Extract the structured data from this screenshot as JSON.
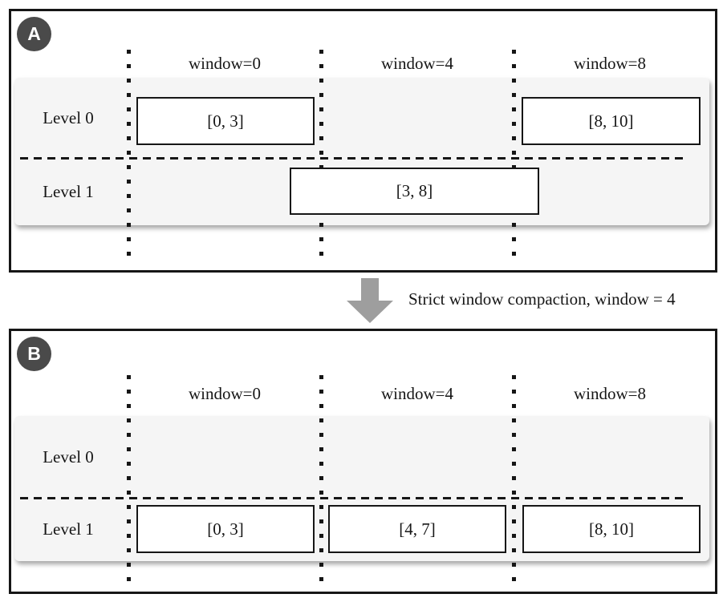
{
  "panel_a": {
    "badge": "A",
    "windows": [
      "window=0",
      "window=4",
      "window=8"
    ],
    "levels": [
      "Level 0",
      "Level 1"
    ],
    "boxes": {
      "level0_window0": "[0, 3]",
      "level0_window8": "[8, 10]",
      "level1_span": "[3, 8]"
    }
  },
  "transition": {
    "caption": "Strict window compaction, window = 4"
  },
  "panel_b": {
    "badge": "B",
    "windows": [
      "window=0",
      "window=4",
      "window=8"
    ],
    "levels": [
      "Level 0",
      "Level 1"
    ],
    "boxes": {
      "level1_window0": "[0, 3]",
      "level1_window4": "[4, 7]",
      "level1_window8": "[8, 10]"
    }
  },
  "colors": {
    "badge_bg": "#4a4a4a",
    "card_bg": "#f5f5f5",
    "arrow": "#9e9e9e",
    "line": "#161616"
  }
}
